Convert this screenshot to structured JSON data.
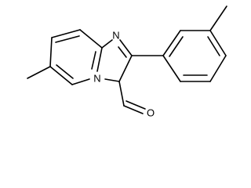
{
  "molecule": {
    "atoms": {
      "ring_nitrogen": "N",
      "bridgehead_nitrogen": "N",
      "carbonyl_oxygen": "O"
    }
  },
  "colors": {
    "bond": "#000000",
    "label": "#000000",
    "background": "#ffffff"
  }
}
